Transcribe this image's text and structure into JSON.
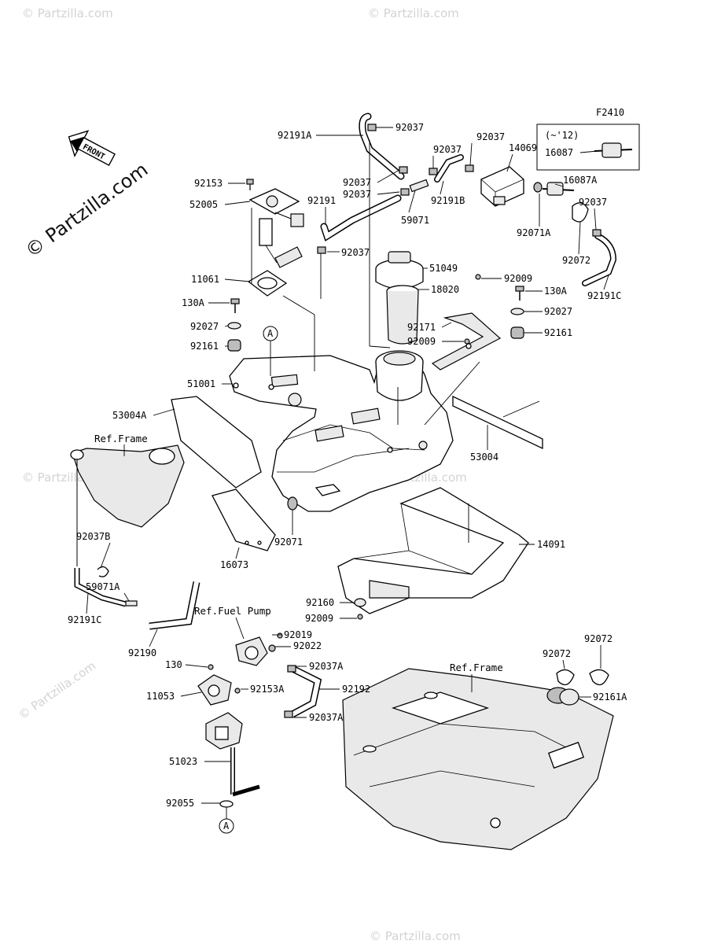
{
  "figure_code": "F2410",
  "front_label": "FRONT",
  "watermark_main": "© Partzilla.com",
  "watermark_small": "© Partzilla.com",
  "inset": {
    "year_note": "(~'12)",
    "part": "16087"
  },
  "ref_labels": {
    "frame_left": "Ref.Frame",
    "fuel_pump": "Ref.Fuel Pump",
    "frame_right": "Ref.Frame"
  },
  "circle_ref": "A",
  "parts": {
    "p92191A": "92191A",
    "p92037_top": "92037",
    "p92037_b": "92037",
    "p92037_c": "92037",
    "p14069": "14069",
    "p92037_d": "92037",
    "p92037_e": "92037",
    "p92153": "92153",
    "p52005": "52005",
    "p92191": "92191",
    "p59071": "59071",
    "p92191B": "92191B",
    "p16087A": "16087A",
    "p92037_f": "92037",
    "p92071A": "92071A",
    "p92037_g": "92037",
    "p51049": "51049",
    "p92072": "92072",
    "p11061": "11061",
    "p92009_a": "92009",
    "p18020": "18020",
    "p130A_l": "130A",
    "p130A_r": "130A",
    "p92191C_r": "92191C",
    "p92027_l": "92027",
    "p92027_r": "92027",
    "p92171": "92171",
    "p92009_b": "92009",
    "p92161_l": "92161",
    "p92161_r": "92161",
    "p51001": "51001",
    "p53004A": "53004A",
    "p53004": "53004",
    "p14091": "14091",
    "p92037B": "92037B",
    "p92071": "92071",
    "p16073": "16073",
    "p59071A": "59071A",
    "p92191C_l": "92191C",
    "p92160": "92160",
    "p92009_c": "92009",
    "p92190": "92190",
    "p92019": "92019",
    "p92022": "92022",
    "p130": "130",
    "p92037A_a": "92037A",
    "p92072_a": "92072",
    "p92072_b": "92072",
    "p11053": "11053",
    "p92153A": "92153A",
    "p92192": "92192",
    "p92161A": "92161A",
    "p92037A_b": "92037A",
    "p51023": "51023",
    "p92055": "92055"
  }
}
